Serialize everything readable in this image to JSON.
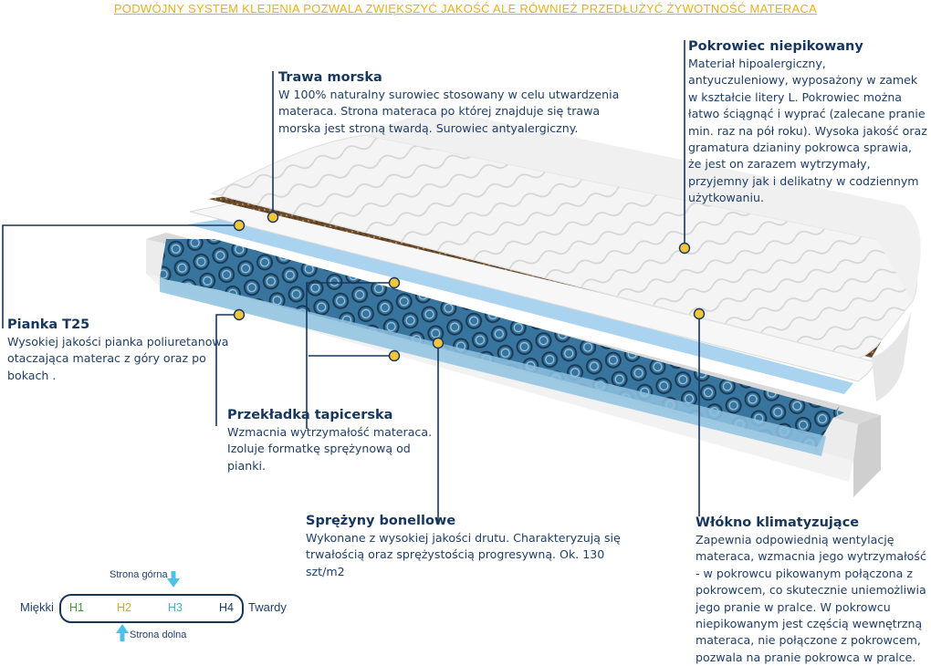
{
  "headline": "Podwójny system klejenia pozwala zwiększyć jakość ale również przedłużyć żywotność materaca",
  "callouts": {
    "trawa": {
      "title": "Trawa morska",
      "text": "W 100% naturalny surowiec stosowany w celu utwardzenia materaca. Strona materaca po której znajduje się trawa morska jest stroną twardą. Surowiec antyalergiczny."
    },
    "pokrowiec": {
      "title": "Pokrowiec  niepikowany",
      "text": "Materiał hipoalergiczny, antyuczuleniowy, wyposażony w zamek w kształcie litery L. Pokrowiec można łatwo ściągnąć i wyprać (zalecane pranie min.  raz na pół roku). Wysoka jakość oraz gramatura dzianiny pokrowca sprawia, że jest on zarazem wytrzymały, przyjemny jak i delikatny w codziennym użytkowaniu."
    },
    "pianka": {
      "title": "Pianka T25",
      "text": "Wysokiej jakości pianka poliuretanowa otaczająca materac z góry oraz po bokach ."
    },
    "przekladka": {
      "title": "Przekładka tapicerska",
      "text": "Wzmacnia wytrzymałość materaca. Izoluje formatkę sprężynową od pianki."
    },
    "sprezyny": {
      "title": "Sprężyny bonellowe",
      "text": "Wykonane z wysokiej jakości drutu. Charakteryzują się trwałością oraz sprężystością progresywną. Ok. 130 szt/m2"
    },
    "wlokno": {
      "title": "Włókno klimatyzujące",
      "text": "Zapewnia odpowiednią wentylację materaca, wzmacnia jego wytrzymałość - w pokrowcu pikowanym połączona z pokrowcem, co skutecznie uniemożliwia jego pranie w pralce. W pokrowcu niepikowanym jest częścią wewnętrzną materaca, nie połączone z pokrowcem, pozwala na pranie pokrowca w pralce."
    }
  },
  "legend": {
    "top_label": "Strona górna",
    "bottom_label": "Strona dolna",
    "left_label": "Miękki",
    "right_label": "Twardy",
    "levels": [
      {
        "label": "H1",
        "color": "#3a9b3a"
      },
      {
        "label": "H2",
        "color": "#e3a21a"
      },
      {
        "label": "H3",
        "color": "#3bb3c9"
      },
      {
        "label": "H4",
        "color": "#17365d"
      }
    ]
  },
  "colors": {
    "accent_line": "#17365d",
    "marker": "#f2c53d",
    "headline": "#e2b21c",
    "arrow": "#4fc0e8"
  }
}
